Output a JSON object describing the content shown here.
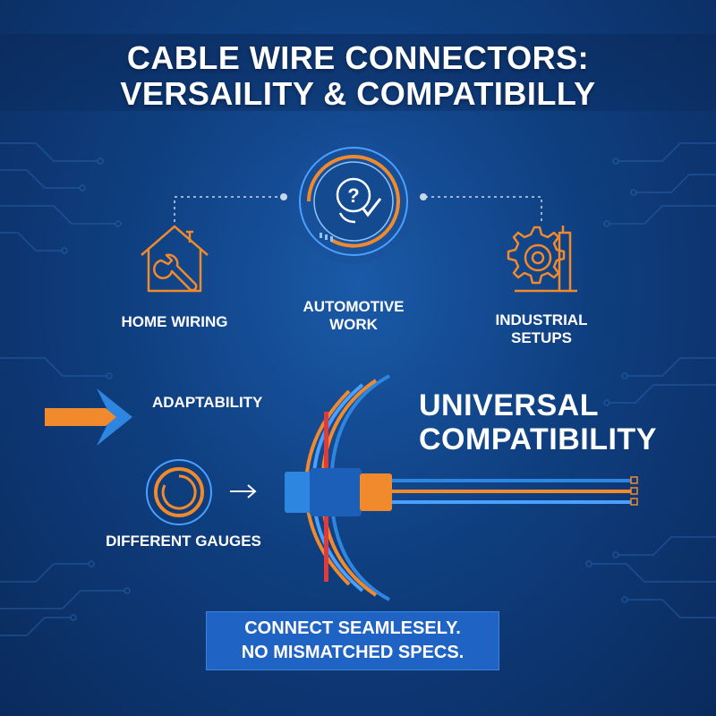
{
  "title": {
    "line1": "CABLE WIRE CONNECTORS:",
    "line2": "VERSAILITY & COMPATIBILLY"
  },
  "applications": {
    "home": {
      "label": "HOME WIRING",
      "icon": "house-wrench-icon"
    },
    "automotive": {
      "label_line1": "AUTOMOTIVE",
      "label_line2": "WORK",
      "icon": "question-check-gauge-icon"
    },
    "industrial": {
      "label_line1": "INDUSTRIAL",
      "label_line2": "SETUPS",
      "icon": "gear-factory-icon"
    }
  },
  "features": {
    "adaptability": {
      "label": "ADAPTABILITY",
      "icon": "arrow-chevron-icon"
    },
    "gauges": {
      "label": "DIFFERENT GAUGES",
      "icon": "concentric-rings-icon"
    }
  },
  "headline": {
    "line1": "UNIVERSAL",
    "line2": "COMPATIBILITY"
  },
  "cta": {
    "line1": "CONNECT SEAMLESELY.",
    "line2": "NO MISMATCHED SPECS."
  },
  "colors": {
    "background": "#0f3f80",
    "accent_orange": "#f08a2c",
    "accent_blue": "#2f86e0",
    "cta_background": "#1f63c4"
  }
}
